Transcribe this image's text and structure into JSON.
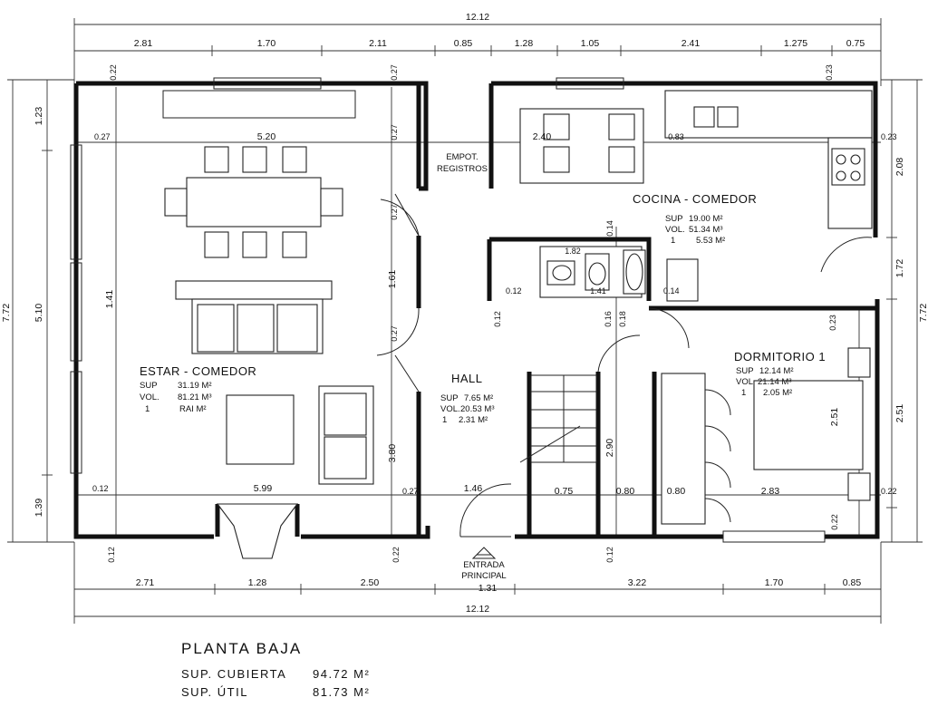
{
  "dimensions": {
    "top_total": "12.12",
    "top_segments": [
      "2.81",
      "1.70",
      "2.11",
      "0.85",
      "1.28",
      "1.05",
      "2.41",
      "1.275",
      "0.75"
    ],
    "bottom_segments": [
      "2.71",
      "1.28",
      "2.50",
      "1.31",
      "3.22",
      "1.70",
      "0.85"
    ],
    "bottom_total": "12.12",
    "left_total": "7.72",
    "left_segments": [
      "1.23",
      "5.10",
      "1.39"
    ],
    "right_total": "7.72",
    "right_segments": [
      "2.08",
      "1.72",
      "2.51"
    ],
    "inner": {
      "w_0_22_top": "0.22",
      "w_0_27_top": "0.27",
      "w_0_23_top": "0.23",
      "w_0_27_left": "0.27",
      "d_5_20": "5.20",
      "w_0_27_mid": "0.27",
      "d_2_40": "2.40",
      "w_0_83": "0.83",
      "w_0_23_right": "0.23",
      "w_0_27_v1": "0.27",
      "d_1_61": "1.61",
      "w_0_27_v2": "0.27",
      "d_1_41": "1.41",
      "d_3_80": "3.80",
      "w_0_12_bath_l": "0.12",
      "d_1_82": "1.82",
      "d_1_41_b": "1.41",
      "w_0_14_bath_r": "0.14",
      "w_0_14_top": "0.14",
      "w_0_12_v": "0.12",
      "w_0_16": "0.16",
      "w_0_18": "0.18",
      "w_0_23_dorm": "0.23",
      "d_2_51": "2.51",
      "d_2_90": "2.90",
      "w_0_12_bot_l": "0.12",
      "d_5_99": "5.99",
      "w_0_27_bot": "0.27",
      "d_1_46": "1.46",
      "d_0_75": "0.75",
      "d_0_80_a": "0.80",
      "d_0_80_b": "0.80",
      "d_2_83": "2.83",
      "w_0_22_bot_r": "0.22",
      "w_0_12_under_l": "0.12",
      "w_0_22_under": "0.22",
      "w_0_12_under_m": "0.12",
      "w_0_22_dorm_bot": "0.22"
    }
  },
  "labels": {
    "empot_line1": "EMPOT.",
    "empot_line2": "REGISTROS",
    "entrada_line1": "ENTRADA",
    "entrada_line2": "PRINCIPAL"
  },
  "rooms": {
    "estar": {
      "name": "ESTAR - COMEDOR",
      "sup": "SUP",
      "sup_val": "31.19 M²",
      "vol": "VOL.",
      "vol_val": "81.21 M³",
      "i": "1",
      "i_val": "RAI M²"
    },
    "cocina": {
      "name": "COCINA - COMEDOR",
      "sup": "SUP",
      "sup_val": "19.00 M²",
      "vol": "VOL.",
      "vol_val": "51.34 M³",
      "i": "1",
      "i_val": "5.53 M²"
    },
    "hall": {
      "name": "HALL",
      "sup": "SUP",
      "sup_val": "7.65 M²",
      "vol": "VOL.",
      "vol_val": "20.53 M³",
      "i": "1",
      "i_val": "2.31 M²"
    },
    "dormitorio": {
      "name": "DORMITORIO 1",
      "sup": "SUP",
      "sup_val": "12.14 M²",
      "vol": "VOL",
      "vol_val": "21.14 M³",
      "i": "1",
      "i_val": "2.05 M²"
    }
  },
  "summary": {
    "title": "PLANTA BAJA",
    "cubierta_label": "SUP. CUBIERTA",
    "cubierta_value": "94.72 M²",
    "util_label": "SUP. ÚTIL",
    "util_value": "81.73 M²"
  }
}
